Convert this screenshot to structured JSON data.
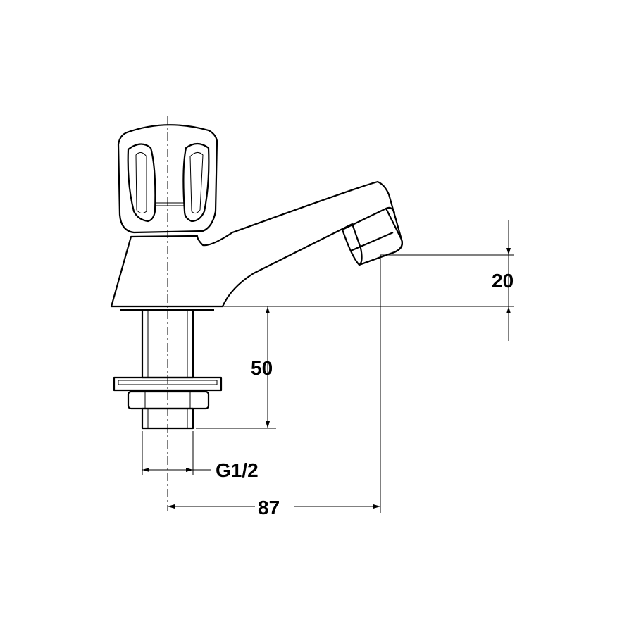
{
  "drawing": {
    "subject": "tap",
    "dimensions": {
      "spout_height": "20",
      "shank_length": "50",
      "thread": "G1/2",
      "projection": "87"
    }
  }
}
